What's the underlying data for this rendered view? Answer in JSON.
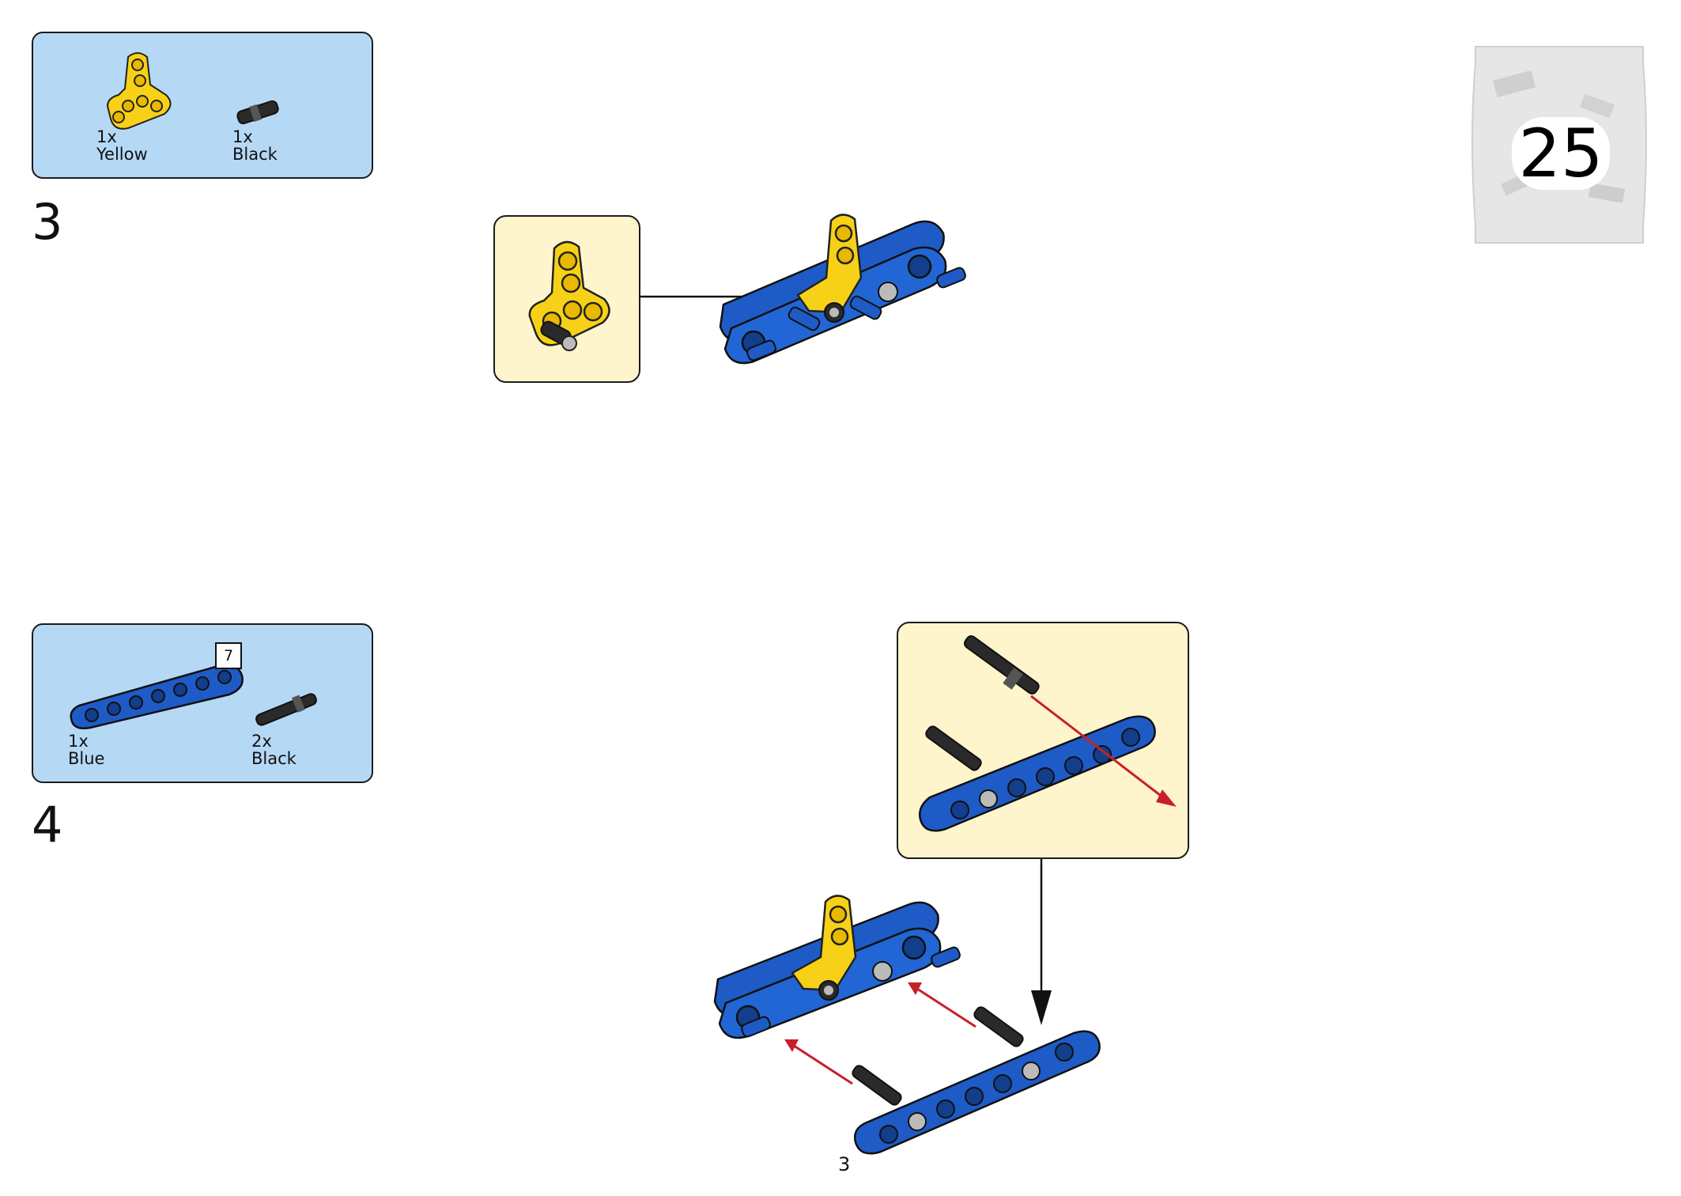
{
  "page": {
    "number": "3"
  },
  "bag": {
    "label": "25",
    "colors": {
      "bag": "#e6e6e6",
      "label_bg": "#ffffff"
    }
  },
  "steps": [
    {
      "number": "3",
      "parts": [
        {
          "qty": "1x",
          "color": "Yellow",
          "icon": "yellow-t-beam-icon"
        },
        {
          "qty": "1x",
          "color": "Black",
          "icon": "black-connector-pin-icon"
        }
      ]
    },
    {
      "number": "4",
      "parts": [
        {
          "qty": "1x",
          "color": "Blue",
          "icon": "blue-beam-7-icon",
          "length": "7"
        },
        {
          "qty": "2x",
          "color": "Black",
          "icon": "black-axle-pin-icon"
        }
      ]
    }
  ],
  "colors": {
    "parts_box": "#b5d8f5",
    "callout": "#fff5cc",
    "lego_blue": "#1e5bc6",
    "lego_yellow": "#f7d117",
    "lego_black": "#2a2a2a",
    "arrow_red": "#c8202a"
  }
}
